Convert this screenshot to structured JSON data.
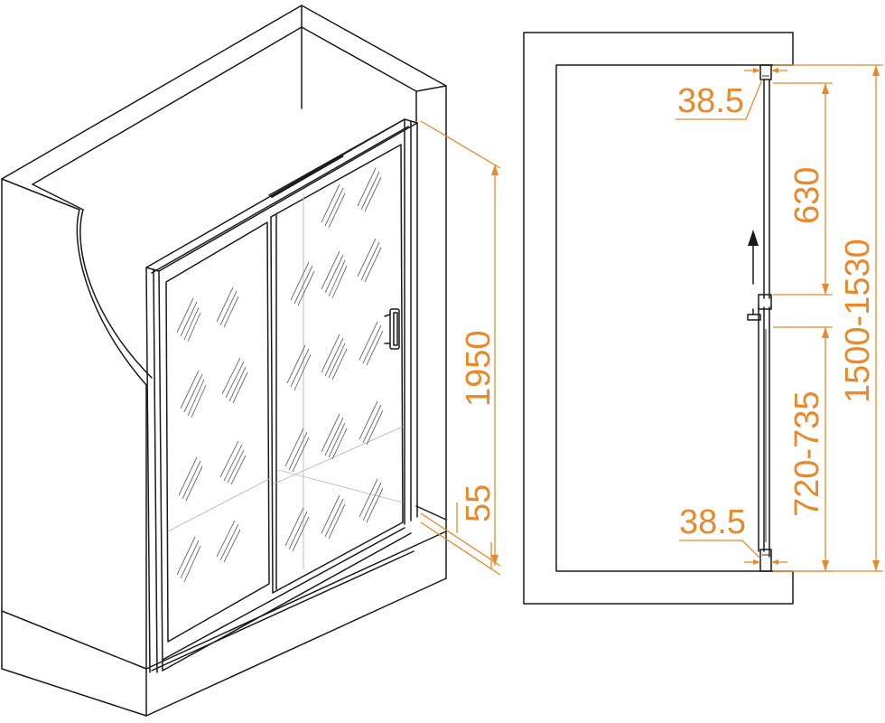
{
  "colors": {
    "outline": "#1a1a1a",
    "dimension": "#e8892b",
    "background": "#ffffff",
    "hatch": "#6a6a6a"
  },
  "iso_view": {
    "height_label": "1950",
    "threshold_label": "55"
  },
  "plan_view": {
    "top_profile_label": "38.5",
    "fixed_panel_label": "630",
    "sliding_panel_label": "720-735",
    "bottom_profile_label": "38.5",
    "total_width_label": "1500-1530"
  },
  "icons": {
    "slide_direction": "arrow-up-icon",
    "handle": "door-handle-icon"
  }
}
